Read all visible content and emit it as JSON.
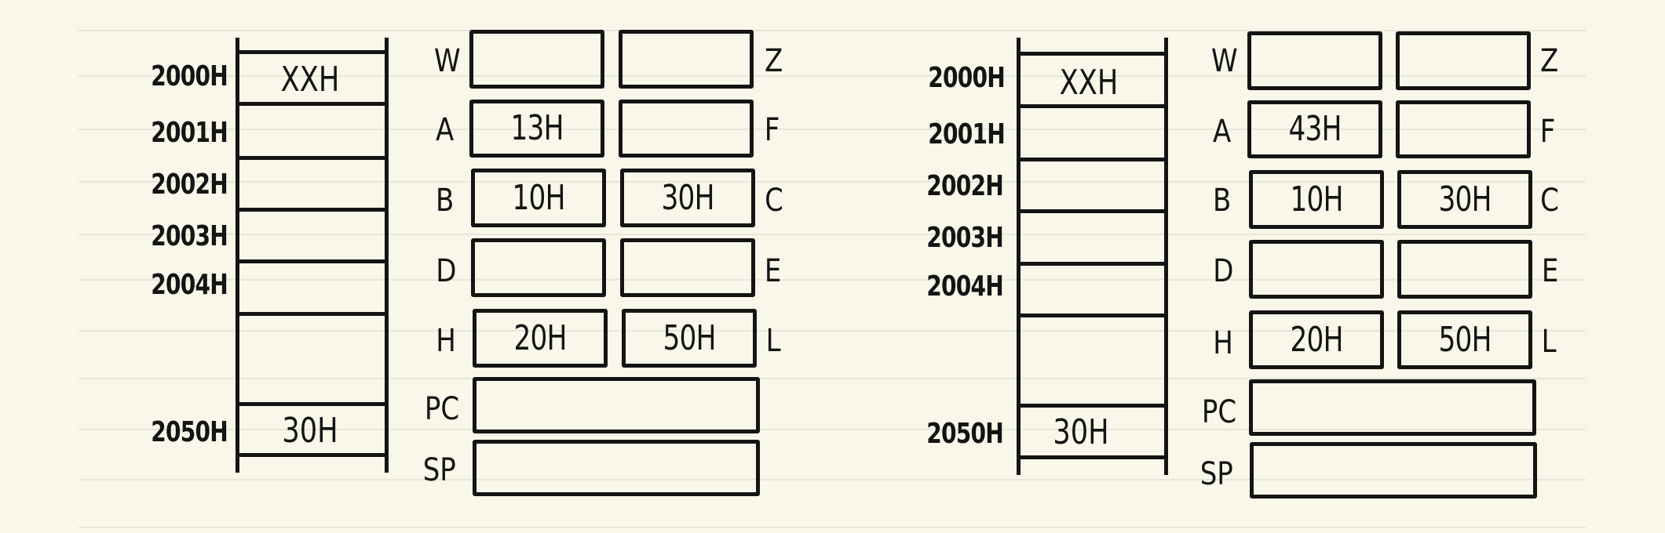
{
  "diagrams": [
    {
      "memory": {
        "rows": [
          {
            "address": "2000H",
            "value": "XXH"
          },
          {
            "address": "2001H",
            "value": ""
          },
          {
            "address": "2002H",
            "value": ""
          },
          {
            "address": "2003H",
            "value": ""
          },
          {
            "address": "2004H",
            "value": ""
          },
          {
            "address": "2050H",
            "value": "30H"
          }
        ]
      },
      "registers": {
        "W": "",
        "Z": "",
        "A": "13H",
        "F": "",
        "B": "10H",
        "C": "30H",
        "D": "",
        "E": "",
        "H": "20H",
        "L": "50H",
        "PC": "",
        "SP": ""
      }
    },
    {
      "memory": {
        "rows": [
          {
            "address": "2000H",
            "value": "XXH"
          },
          {
            "address": "2001H",
            "value": ""
          },
          {
            "address": "2002H",
            "value": ""
          },
          {
            "address": "2003H",
            "value": ""
          },
          {
            "address": "2004H",
            "value": ""
          },
          {
            "address": "2050H",
            "value": "30H"
          }
        ]
      },
      "registers": {
        "W": "",
        "Z": "",
        "A": "43H",
        "F": "",
        "B": "10H",
        "C": "30H",
        "D": "",
        "E": "",
        "H": "20H",
        "L": "50H",
        "PC": "",
        "SP": ""
      }
    }
  ]
}
